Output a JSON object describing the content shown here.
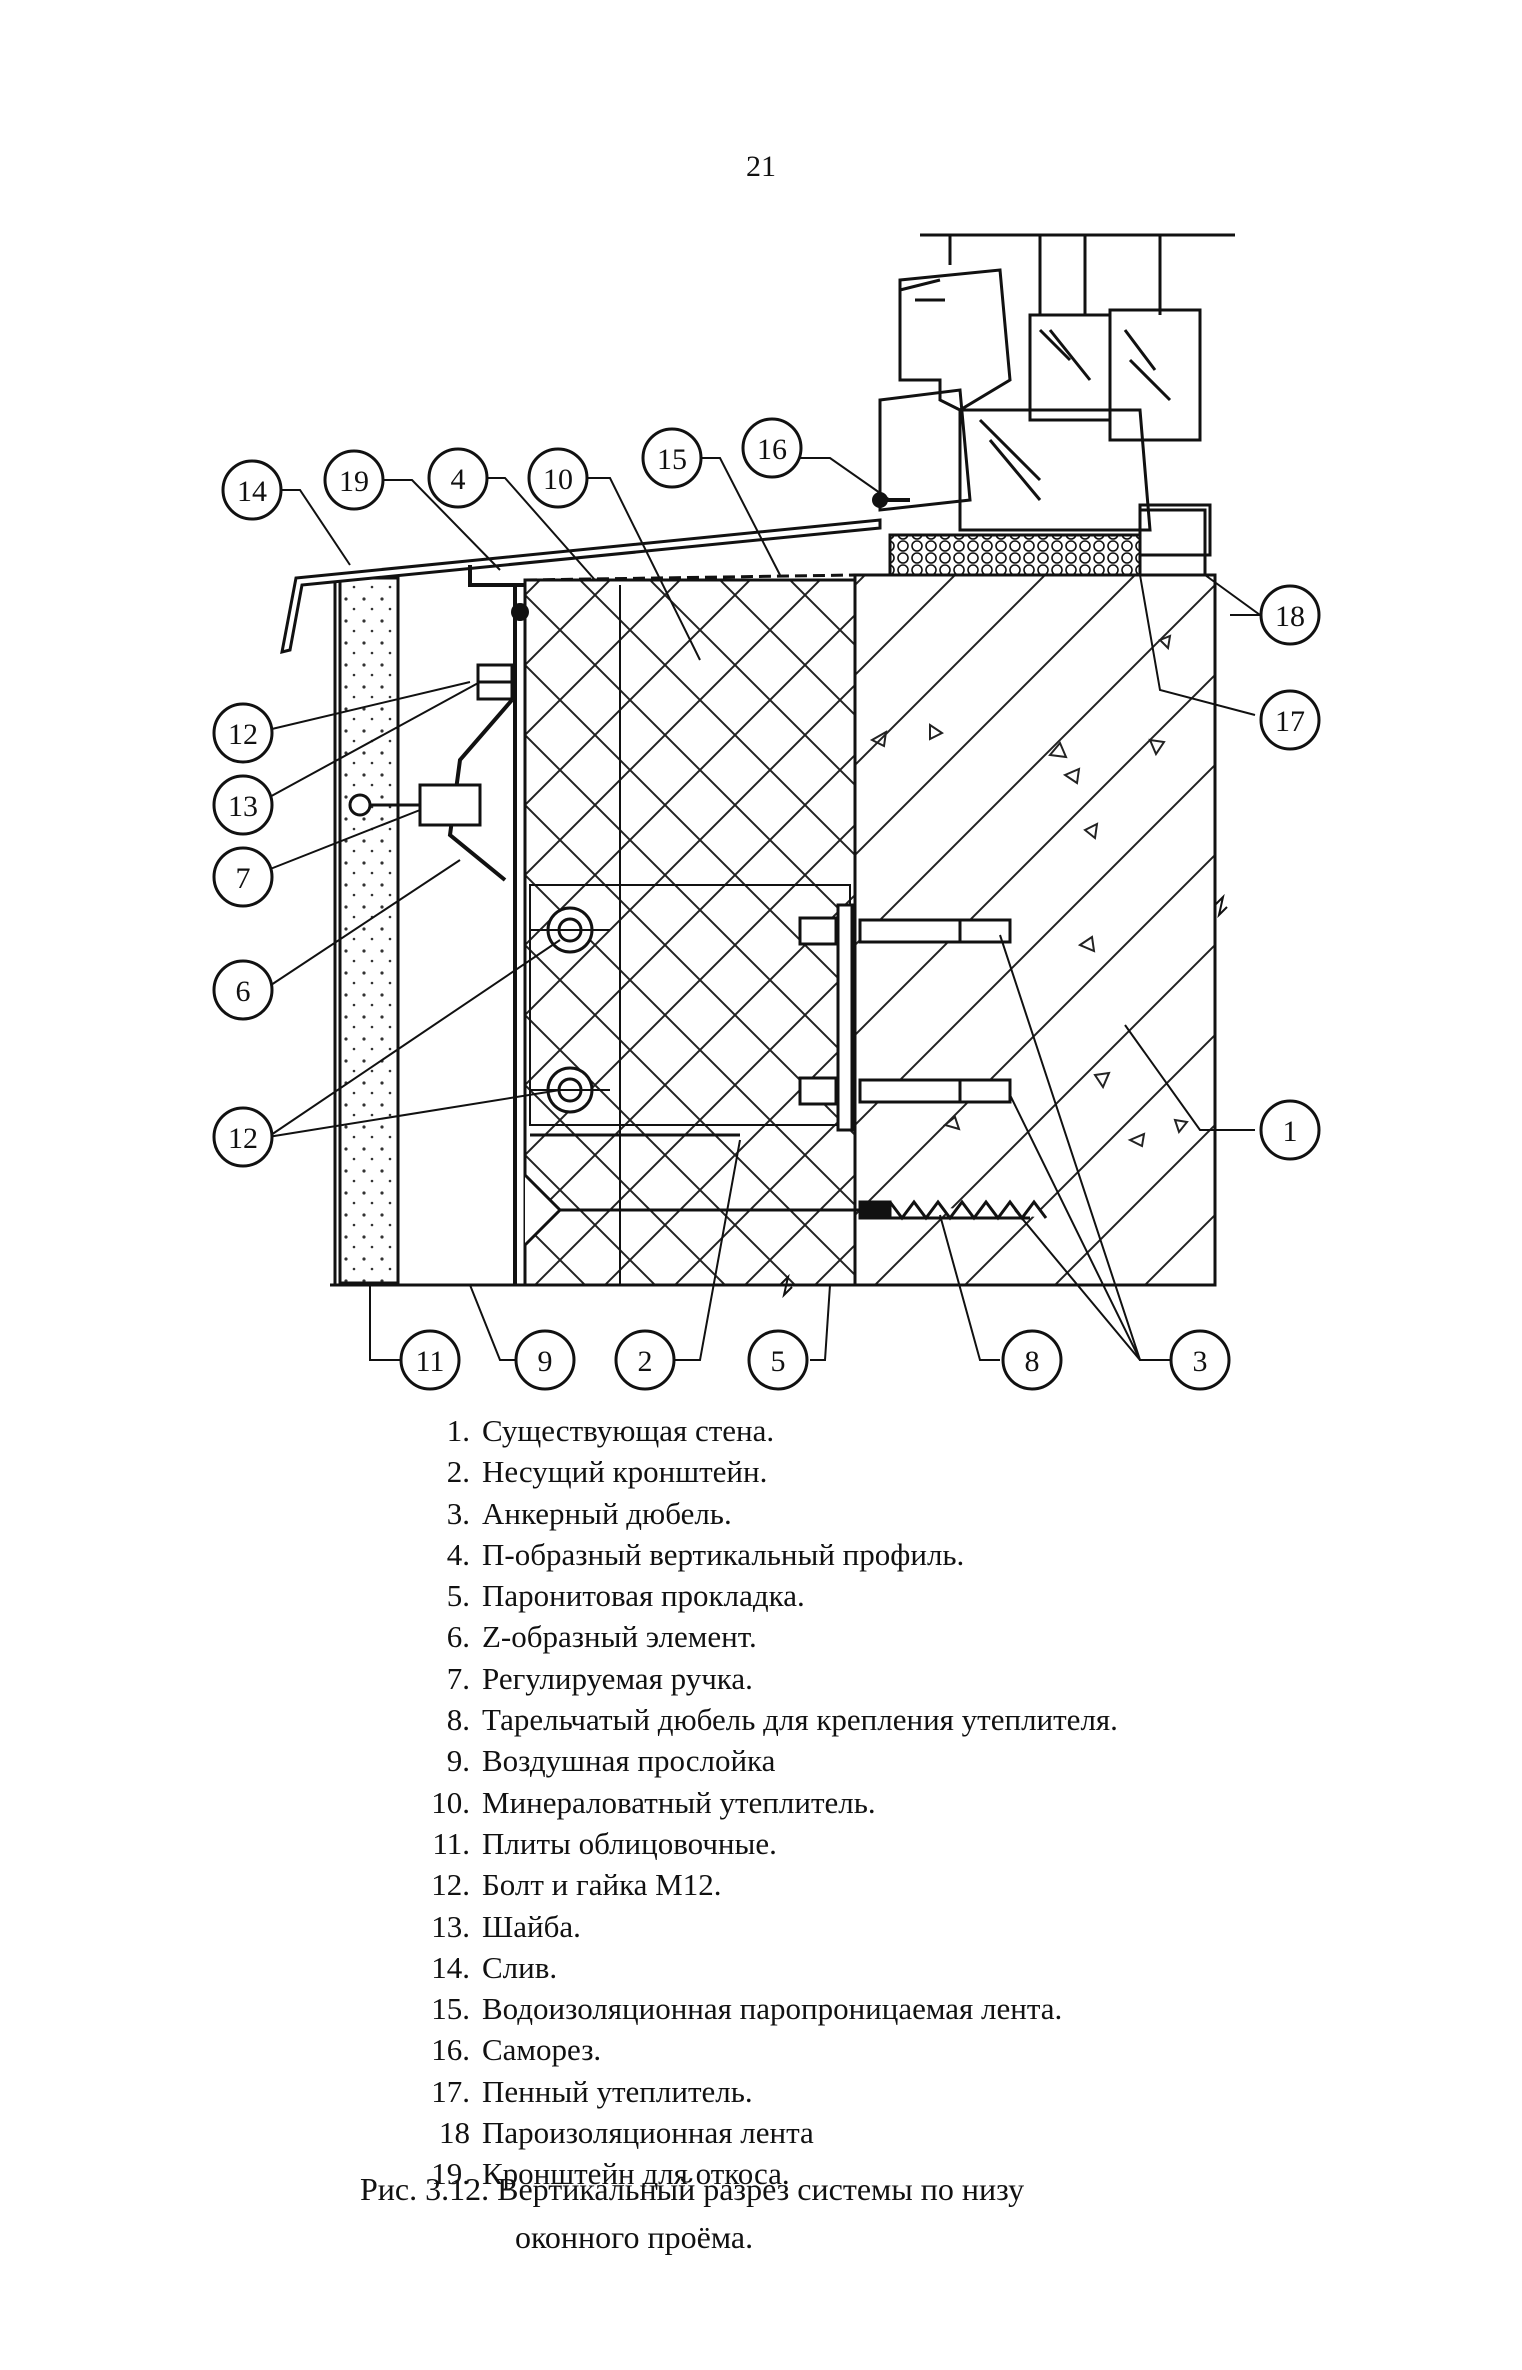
{
  "page_number": "21",
  "callouts": {
    "c1": "1",
    "c2": "2",
    "c3": "3",
    "c4": "4",
    "c5": "5",
    "c6": "6",
    "c7": "7",
    "c8": "8",
    "c9": "9",
    "c10": "10",
    "c11": "11",
    "c12": "12",
    "c13": "13",
    "c14": "14",
    "c15": "15",
    "c16": "16",
    "c17": "17",
    "c18": "18",
    "c19": "19"
  },
  "legend": [
    {
      "num": "1.",
      "text": "Существующая стена."
    },
    {
      "num": "2.",
      "text": "Несущий кронштейн."
    },
    {
      "num": "3.",
      "text": "Анкерный дюбель."
    },
    {
      "num": "4.",
      "text": "П-образный вертикальный профиль."
    },
    {
      "num": "5.",
      "text": "Паронитовая прокладка."
    },
    {
      "num": "6.",
      "text": "Z-образный элемент."
    },
    {
      "num": "7.",
      "text": "Регулируемая ручка."
    },
    {
      "num": "8.",
      "text": "Тарельчатый дюбель для крепления утеплителя."
    },
    {
      "num": "9.",
      "text": "Воздушная прослойка"
    },
    {
      "num": "10.",
      "text": "Минераловатный утеплитель."
    },
    {
      "num": "11.",
      "text": "Плиты облицовочные."
    },
    {
      "num": "12.",
      "text": "Болт и гайка М12."
    },
    {
      "num": "13.",
      "text": "Шайба."
    },
    {
      "num": "14.",
      "text": "Слив."
    },
    {
      "num": "15.",
      "text": "Водоизоляционная паропроницаемая лента."
    },
    {
      "num": "16.",
      "text": "Саморез."
    },
    {
      "num": "17.",
      "text": "Пенный утеплитель."
    },
    {
      "num": "18",
      "text": "Пароизоляционная лента"
    },
    {
      "num": "19.",
      "text": "Кронштейн для откоса."
    }
  ],
  "caption": {
    "line1": "Рис. 3.12. Вертикальный разрез системы по низу",
    "line2": "оконного проёма."
  }
}
